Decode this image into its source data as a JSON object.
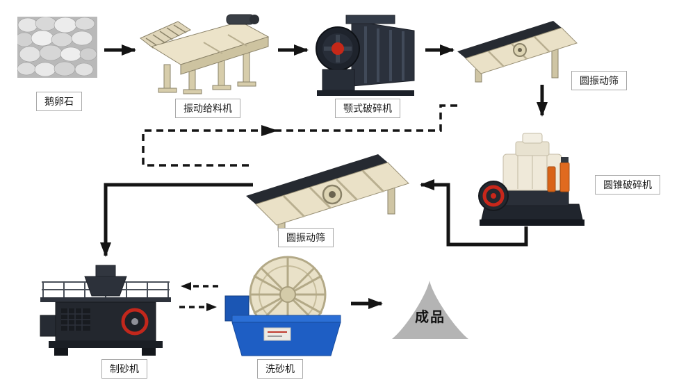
{
  "diagram": {
    "nodes": {
      "pebbles": {
        "label": "鹅卵石",
        "icon": "pebbles-photo"
      },
      "feeder": {
        "label": "振动给料机",
        "icon": "vibrating-feeder"
      },
      "jaw_crusher": {
        "label": "颚式破碎机",
        "icon": "jaw-crusher"
      },
      "screen_top": {
        "label": "圆振动筛",
        "icon": "circular-vibrating-screen"
      },
      "cone_crusher": {
        "label": "圆锥破碎机",
        "icon": "cone-crusher"
      },
      "screen_mid": {
        "label": "圆振动筛",
        "icon": "circular-vibrating-screen"
      },
      "sand_maker": {
        "label": "制砂机",
        "icon": "sand-making-machine"
      },
      "sand_washer": {
        "label": "洗砂机",
        "icon": "sand-washer"
      },
      "product": {
        "label": "成品",
        "icon": "product-pile"
      }
    },
    "connections": [
      {
        "from": "pebbles",
        "to": "feeder",
        "style": "solid"
      },
      {
        "from": "feeder",
        "to": "jaw_crusher",
        "style": "solid"
      },
      {
        "from": "jaw_crusher",
        "to": "screen_top",
        "style": "solid"
      },
      {
        "from": "screen_top",
        "to": "cone_crusher",
        "style": "solid"
      },
      {
        "from": "cone_crusher",
        "to": "screen_mid",
        "style": "solid"
      },
      {
        "from": "screen_mid",
        "to": "sand_maker",
        "style": "solid"
      },
      {
        "from": "screen_mid",
        "to": "jaw_crusher",
        "style": "dashed-return"
      },
      {
        "from": "sand_maker",
        "to": "sand_washer",
        "style": "dashed-two-way"
      },
      {
        "from": "sand_washer",
        "to": "product",
        "style": "solid"
      }
    ],
    "colors": {
      "arrow": "#141414",
      "label_border": "#a9a9a9",
      "machine_cream": "#eae1c7",
      "machine_dark": "#262a31",
      "washer_blue": "#1e5ec4",
      "accent_red": "#c62818",
      "accent_orange": "#e06a1f",
      "product_gray": "#b4b4b4"
    }
  }
}
